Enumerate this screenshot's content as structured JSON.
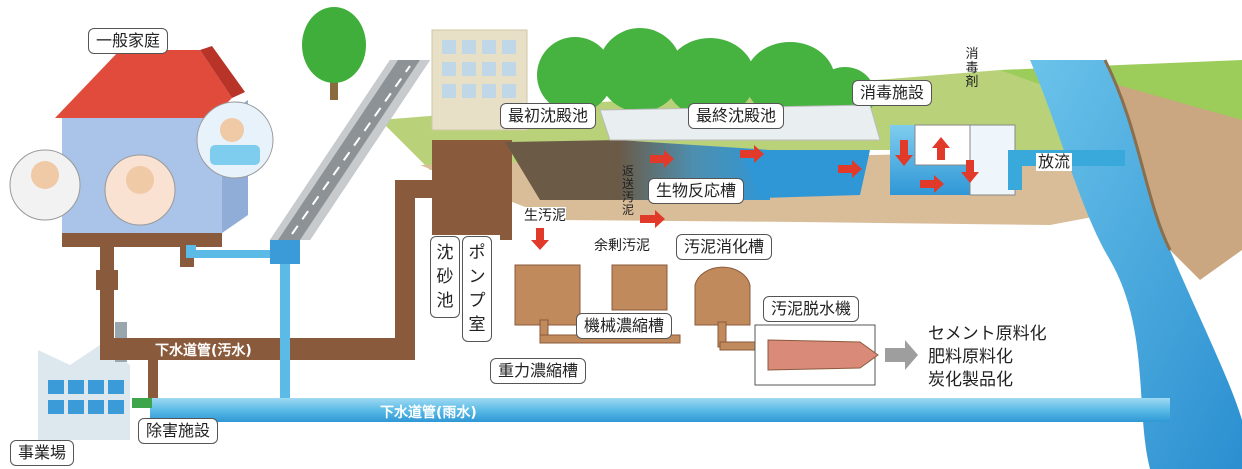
{
  "labels": {
    "household": "一般家庭",
    "factory": "事業場",
    "pretreatment": "除害施設",
    "sewer_wastewater": "下水道管(汚水)",
    "sewer_stormwater": "下水道管(雨水)",
    "grit_chamber": "沈砂池",
    "pump_room": "ポンプ室",
    "primary_settling": "最初沈殿池",
    "final_settling": "最終沈殿池",
    "disinfection_facility": "消毒施設",
    "disinfectant": "消毒剤",
    "discharge": "放流",
    "bioreactor": "生物反応槽",
    "return_sludge": "返送汚泥",
    "raw_sludge": "生汚泥",
    "excess_sludge": "余剰汚泥",
    "sludge_digester": "汚泥消化槽",
    "mechanical_thickener": "機械濃縮槽",
    "gravity_thickener": "重力濃縮槽",
    "sludge_dewatering": "汚泥脱水機"
  },
  "products": [
    "セメント原料化",
    "肥料原料化",
    "炭化製品化"
  ],
  "colors": {
    "sewage_pipe": "#8a5a3c",
    "storm_pipe": "#5bbbe6",
    "water": "#39a9dc",
    "arrow": "#e23a2a",
    "ground": "#c7a07a",
    "grass": "#b9d27a",
    "tree": "#3fae3a",
    "roof": "#e04b3c",
    "house_wall": "#aac3e8"
  },
  "icons": [
    "house-icon",
    "factory-icon",
    "tree-icon",
    "road-icon",
    "arrow-icon",
    "dewatering-screw-icon",
    "river-icon"
  ]
}
